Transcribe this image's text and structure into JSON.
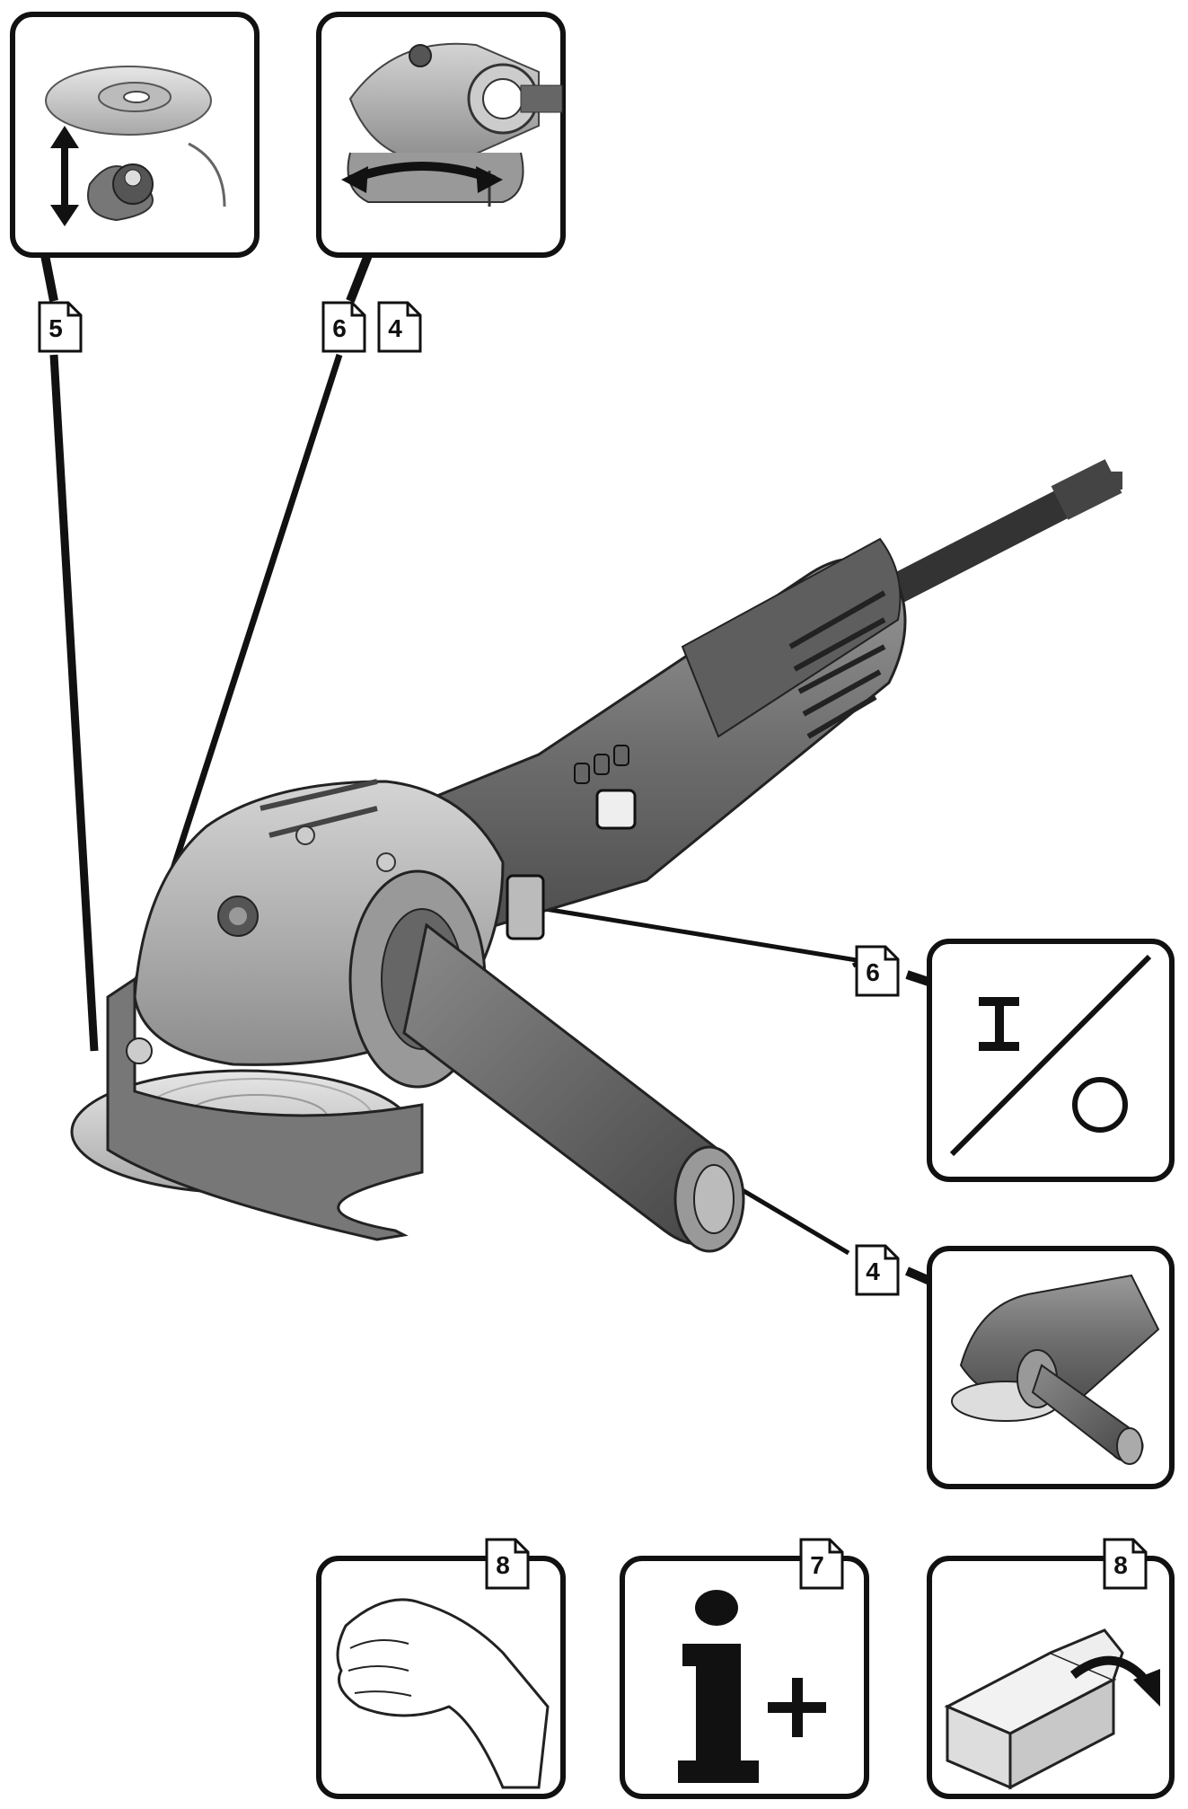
{
  "references": {
    "wheel_mounting": "5",
    "guard_adjust_a": "6",
    "guard_adjust_b": "4",
    "switch": "6",
    "aux_handle": "4",
    "hand_protection": "8",
    "more_info": "7",
    "packaging": "8"
  },
  "panels": {
    "switch_on_symbol": "I",
    "info_symbol": "i+"
  },
  "colors": {
    "ink": "#111111",
    "body_gray": "#7a7a7a",
    "dark_gray": "#4a4a4a",
    "light_gray": "#c8c8c8"
  }
}
